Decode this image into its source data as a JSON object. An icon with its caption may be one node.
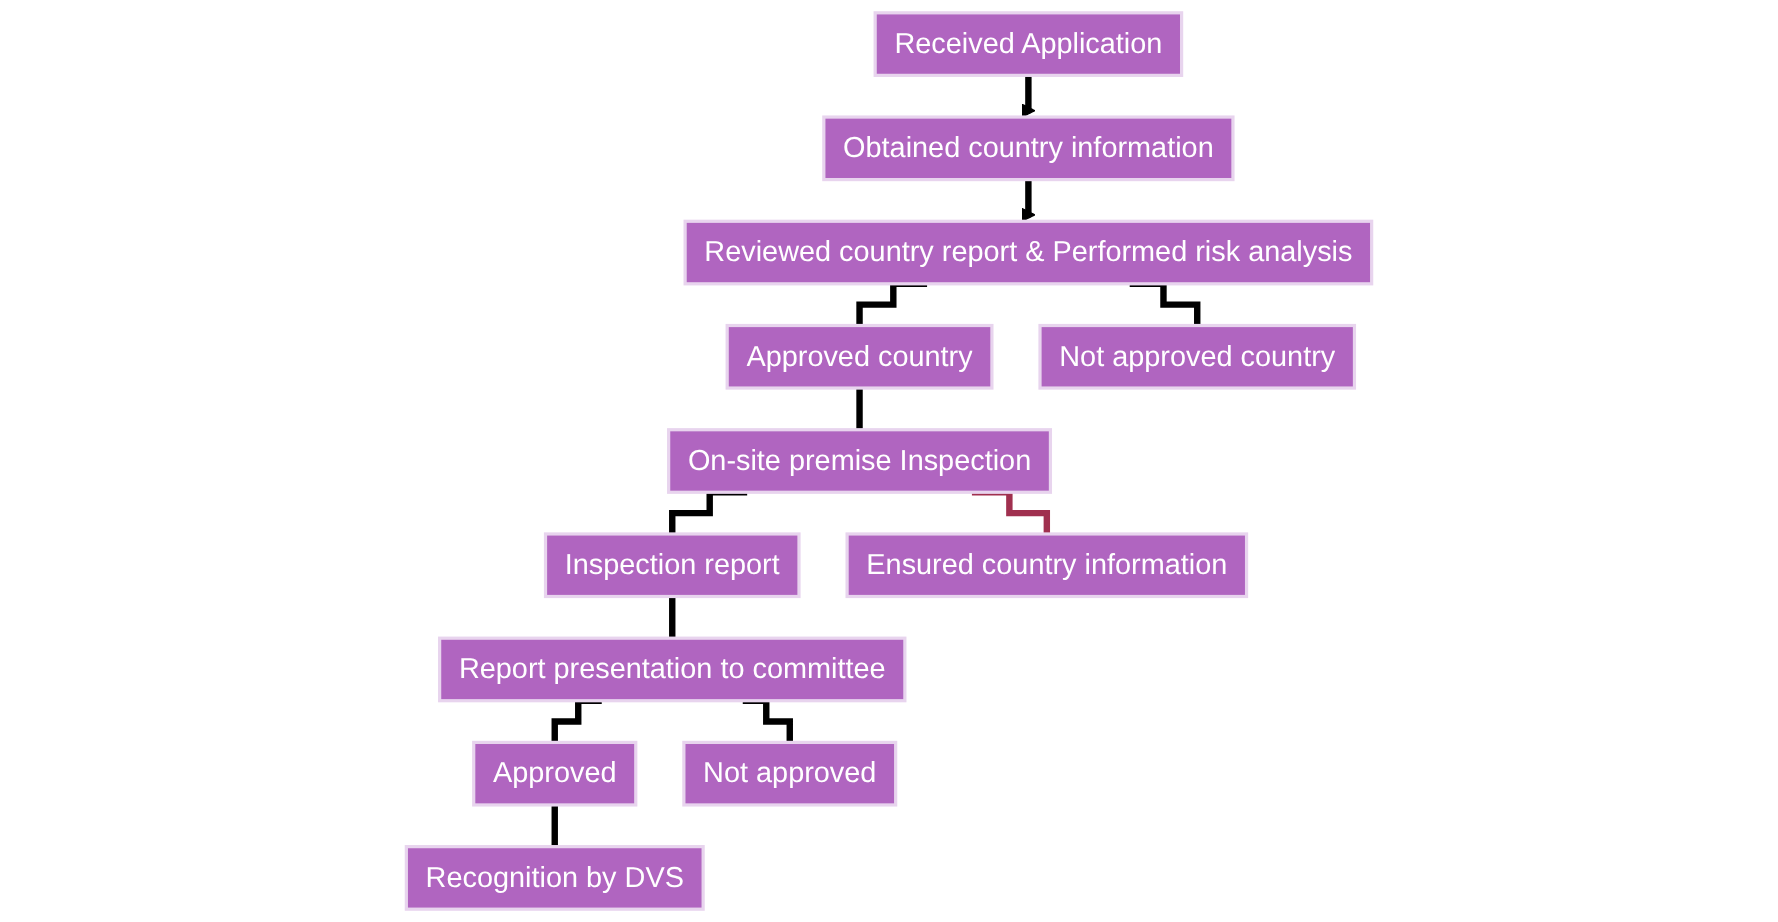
{
  "diagram": {
    "nodes": [
      {
        "text": [
          "Received Application"
        ]
      },
      {
        "text": [
          "Obtained country information"
        ]
      },
      {
        "text": [
          "Reviewed country report & Performed risk analysis"
        ]
      },
      {
        "text": [
          "Approved country"
        ]
      },
      {
        "text": [
          "Not approved country"
        ]
      },
      {
        "text": [
          "On-site premise Inspection"
        ]
      },
      {
        "text": [
          "Inspection report"
        ]
      },
      {
        "text": [
          "Ensured country information"
        ]
      },
      {
        "text": [
          "Report presentation to committee"
        ]
      },
      {
        "text": [
          "Approved"
        ]
      },
      {
        "text": [
          "Not approved"
        ]
      },
      {
        "text": [
          "Recognition by DVS"
        ]
      }
    ],
    "edges": [
      {
        "from": 0,
        "to": 1,
        "arrow": "to"
      },
      {
        "from": 1,
        "to": 2,
        "arrow": "to"
      },
      {
        "from": 2,
        "to": 3,
        "arrow": "none"
      },
      {
        "from": 2,
        "to": 4,
        "arrow": "none"
      },
      {
        "from": 3,
        "to": 5,
        "arrow": "none"
      },
      {
        "from": 5,
        "to": 6,
        "arrow": "none"
      },
      {
        "from": 5,
        "to": 7,
        "arrow": "none",
        "color": "#a0304f"
      },
      {
        "from": 6,
        "to": 8,
        "arrow": "none"
      },
      {
        "from": 8,
        "to": 9,
        "arrow": "none"
      },
      {
        "from": 8,
        "to": 10,
        "arrow": "none"
      },
      {
        "from": 9,
        "to": 11,
        "arrow": "none"
      }
    ]
  }
}
